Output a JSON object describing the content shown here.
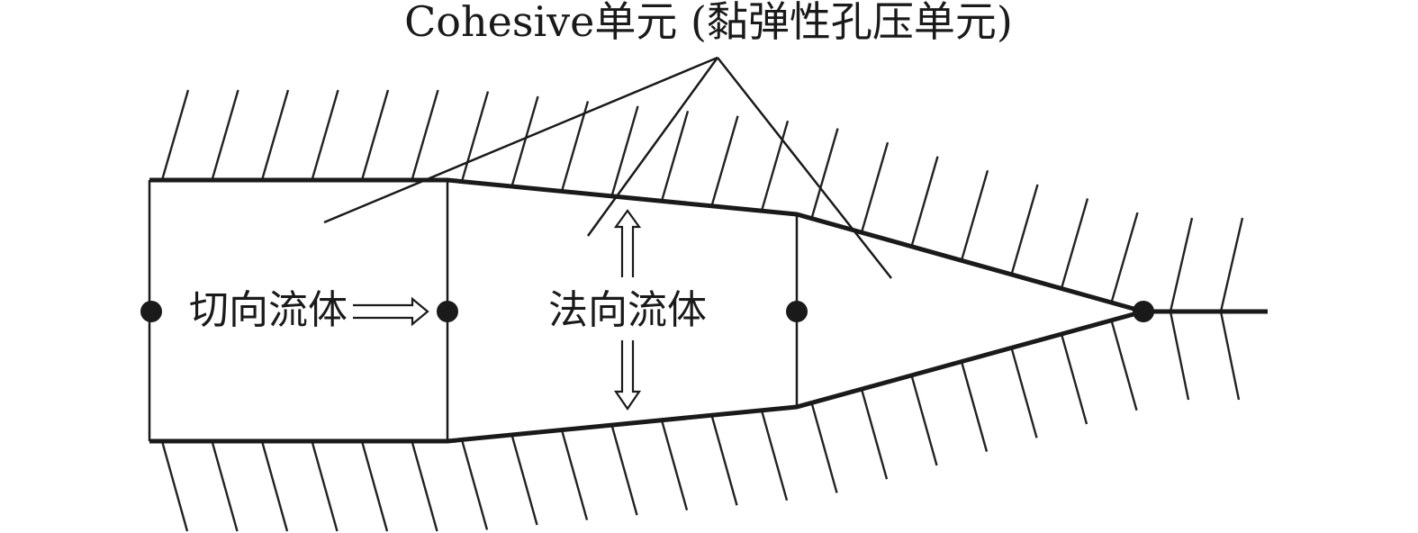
{
  "title": "Cohesive单元 (黏弹性孔压单元)",
  "labels": {
    "tangential_flow": "切向流体",
    "normal_flow": "法向流体"
  },
  "colors": {
    "line": "#1a1a1a",
    "background": "#ffffff"
  }
}
